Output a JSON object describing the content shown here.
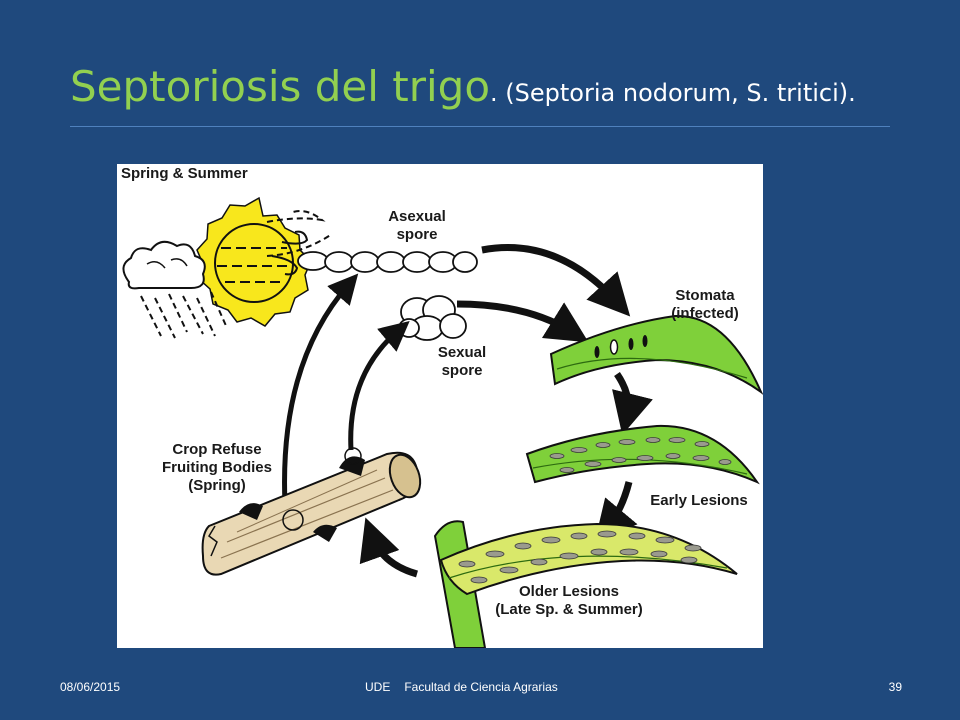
{
  "slide": {
    "title_main": "Septoriosis del trigo",
    "title_sub": ". (Septoria nodorum, S. tritici).",
    "footer_date": "08/06/2015",
    "footer_org": "UDE",
    "footer_faculty": "Facultad de Ciencia Agrarias",
    "page_number": "39"
  },
  "diagram": {
    "season_label": "Spring & Summer",
    "asexual_line1": "Asexual",
    "asexual_line2": "spore",
    "sexual_line1": "Sexual",
    "sexual_line2": "spore",
    "stomata_line1": "Stomata",
    "stomata_line2": "(infected)",
    "early_lesions": "Early Lesions",
    "older_line1": "Older Lesions",
    "older_line2": "(Late Sp. & Summer)",
    "crop_line1": "Crop Refuse",
    "crop_line2": "Fruiting Bodies",
    "crop_line3": "(Spring)"
  },
  "colors": {
    "background": "#1f497d",
    "title_green": "#92d050",
    "leaf_green": "#7fd03a",
    "lesion_gray": "#9a9a8e",
    "sun_yellow": "#f8e71c",
    "wood": "#e9d8b4"
  }
}
